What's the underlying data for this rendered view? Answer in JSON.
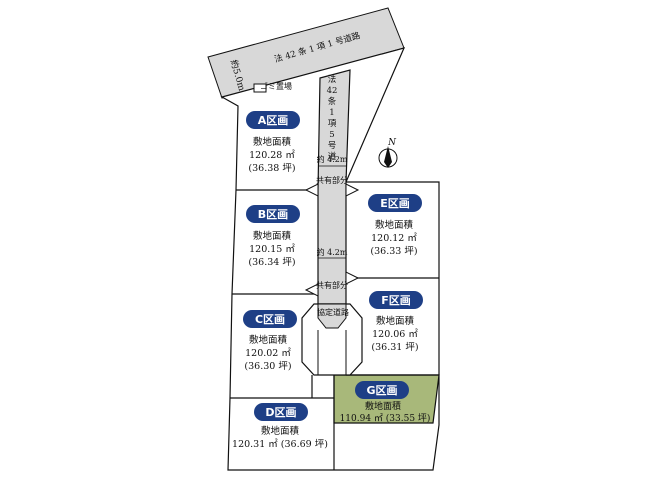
{
  "roads": {
    "main_road_label": "法 42 条 1 項 1 号道路",
    "road_width_label": "約5.0m",
    "private_road_label": [
      "法",
      "42",
      "条",
      "1",
      "項",
      "5",
      "号",
      "道",
      "路"
    ],
    "width_upper": "約 4.2m",
    "width_lower": "約 4.2m",
    "shared_upper": "共有部分",
    "shared_lower": "共有部分",
    "designated_road": "協定道路",
    "garbage_area": "ゴミ置場"
  },
  "north_label": "N",
  "colors": {
    "road_fill": "#d8d8d8",
    "badge_fill": "#1e3f86",
    "lot_g_fill": "#a8b87a",
    "line": "#111111"
  },
  "lots": {
    "A": {
      "badge": "A区画",
      "area_title": "敷地面積",
      "area_sqm": "120.28 ㎡",
      "area_tsubo": "(36.38 坪)"
    },
    "B": {
      "badge": "B区画",
      "area_title": "敷地面積",
      "area_sqm": "120.15 ㎡",
      "area_tsubo": "(36.34 坪)"
    },
    "C": {
      "badge": "C区画",
      "area_title": "敷地面積",
      "area_sqm": "120.02 ㎡",
      "area_tsubo": "(36.30 坪)"
    },
    "D": {
      "badge": "D区画",
      "area_title": "敷地面積",
      "area_line": "120.31 ㎡ (36.69 坪)"
    },
    "E": {
      "badge": "E区画",
      "area_title": "敷地面積",
      "area_sqm": "120.12 ㎡",
      "area_tsubo": "(36.33 坪)"
    },
    "F": {
      "badge": "F区画",
      "area_title": "敷地面積",
      "area_sqm": "120.06 ㎡",
      "area_tsubo": "(36.31 坪)"
    },
    "G": {
      "badge": "G区画",
      "area_title": "敷地面積",
      "area_line": "110.94 ㎡ (33.55 坪)"
    }
  }
}
